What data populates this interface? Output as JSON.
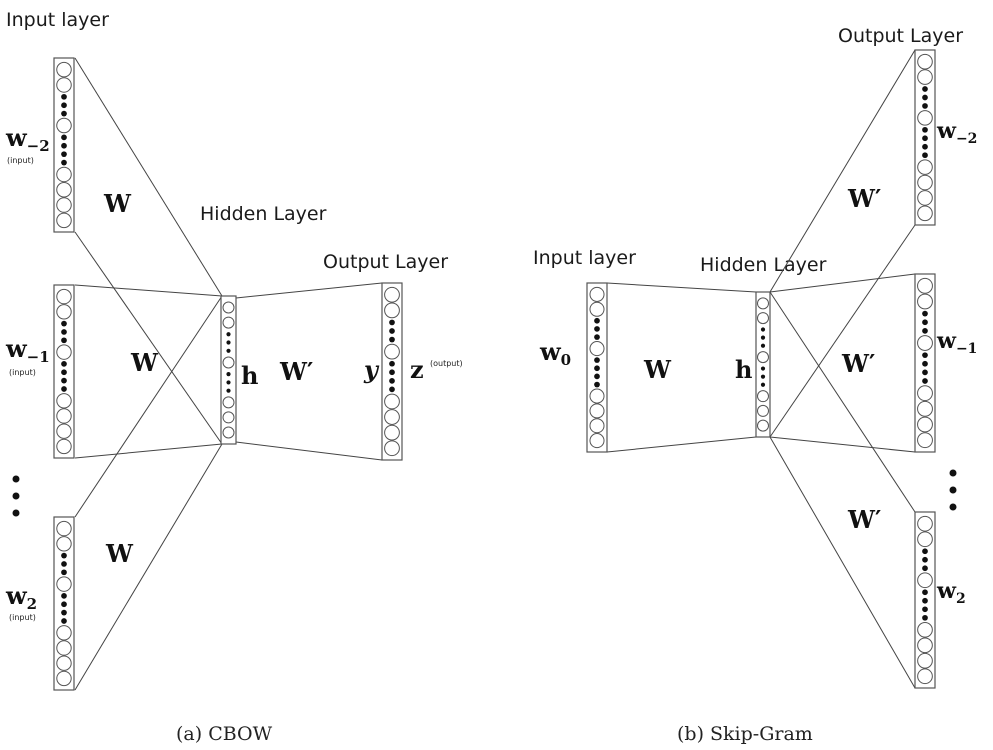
{
  "cbow": {
    "input_layer_title": "Input layer",
    "hidden_layer_title": "Hidden Layer",
    "output_layer_title": "Output Layer",
    "input_words": [
      {
        "base": "w",
        "sub": "−2",
        "tag": "(input)"
      },
      {
        "base": "w",
        "sub": "−1",
        "tag": "(input)"
      },
      {
        "base": "w",
        "sub": "2",
        "tag": "(input)"
      }
    ],
    "weight_in": "W",
    "weight_out": "W′",
    "hidden_label": "h",
    "output_y": "y",
    "output_z": "z",
    "output_tag": "(output)",
    "caption": "(a) CBOW"
  },
  "skipgram": {
    "input_layer_title": "Input layer",
    "hidden_layer_title": "Hidden Layer",
    "output_layer_title": "Output Layer",
    "input_word": {
      "base": "w",
      "sub": "0"
    },
    "weight_in": "W",
    "weight_out": "W′",
    "hidden_label": "h",
    "output_words": [
      {
        "base": "w",
        "sub": "−2"
      },
      {
        "base": "w",
        "sub": "−1"
      },
      {
        "base": "w",
        "sub": "2"
      }
    ],
    "caption": "(b) Skip-Gram"
  }
}
